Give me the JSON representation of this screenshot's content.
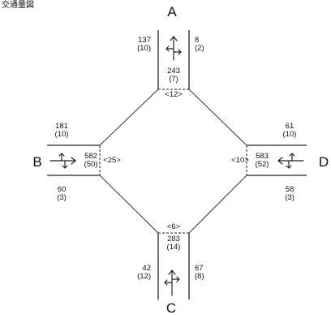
{
  "header": {
    "text": "交通量図"
  },
  "nodes": {
    "A": "A",
    "B": "B",
    "C": "C",
    "D": "D"
  },
  "A": {
    "left_top": "137",
    "left_bot": "(10)",
    "right_top": "8",
    "right_bot": "(2)",
    "center_1": "243",
    "center_2": "(7)",
    "center_3": "<12>"
  },
  "B": {
    "top_1": "181",
    "top_2": "(10)",
    "bot_1": "60",
    "bot_2": "(3)",
    "center_1": "582",
    "center_2": "(50)",
    "ped": "<25>"
  },
  "C": {
    "ped": "<6>",
    "center_1": "283",
    "center_2": "(14)",
    "left_top": "42",
    "left_bot": "(12)",
    "right_top": "67",
    "right_bot": "(8)"
  },
  "D": {
    "top_1": "61",
    "top_2": "(10)",
    "bot_1": "58",
    "bot_2": "(3)",
    "center_1": "583",
    "center_2": "(52)",
    "ped": "<10>"
  }
}
